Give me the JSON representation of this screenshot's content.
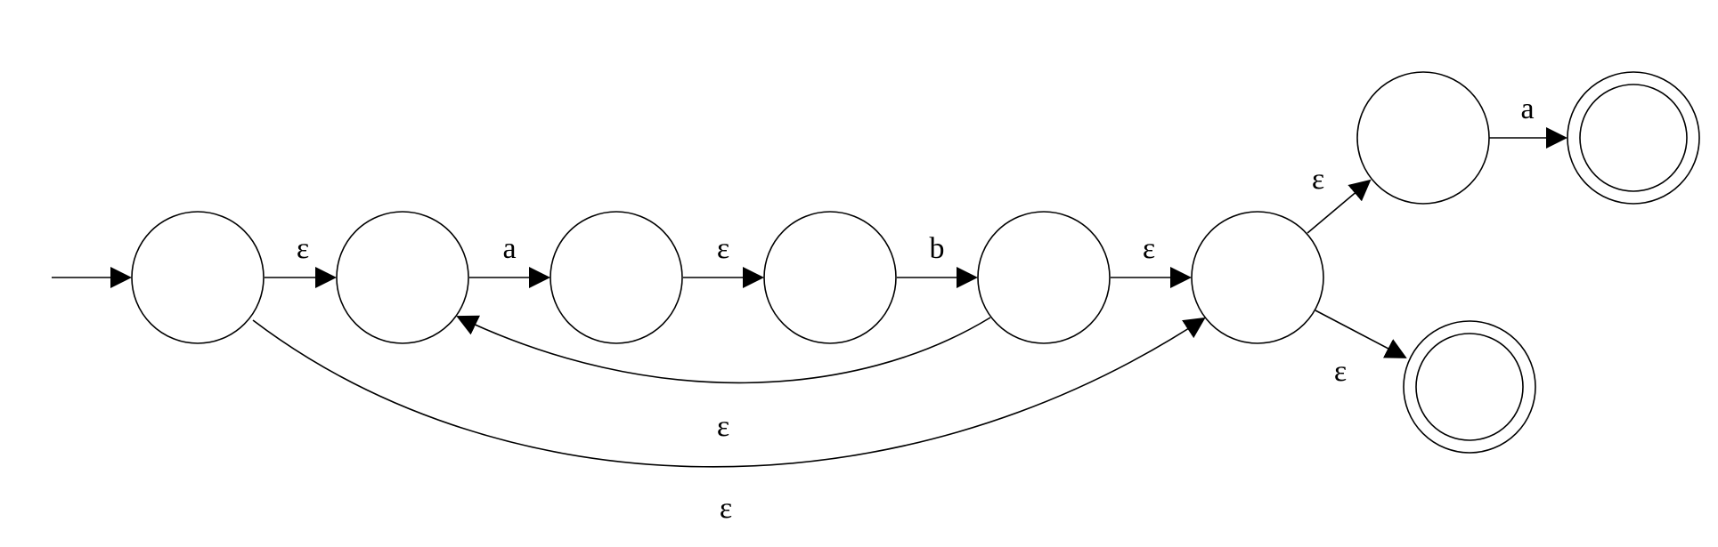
{
  "diagram": {
    "type": "nfa",
    "states": [
      {
        "id": "q0",
        "initial": true,
        "accepting": false
      },
      {
        "id": "q1",
        "initial": false,
        "accepting": false
      },
      {
        "id": "q2",
        "initial": false,
        "accepting": false
      },
      {
        "id": "q3",
        "initial": false,
        "accepting": false
      },
      {
        "id": "q4",
        "initial": false,
        "accepting": false
      },
      {
        "id": "q5",
        "initial": false,
        "accepting": false
      },
      {
        "id": "q6",
        "initial": false,
        "accepting": false
      },
      {
        "id": "q7",
        "initial": false,
        "accepting": true
      },
      {
        "id": "q8",
        "initial": false,
        "accepting": true
      }
    ],
    "transitions": [
      {
        "from": "q0",
        "to": "q1",
        "label": "ε"
      },
      {
        "from": "q1",
        "to": "q2",
        "label": "a"
      },
      {
        "from": "q2",
        "to": "q3",
        "label": "ε"
      },
      {
        "from": "q3",
        "to": "q4",
        "label": "b"
      },
      {
        "from": "q4",
        "to": "q5",
        "label": "ε"
      },
      {
        "from": "q5",
        "to": "q6",
        "label": "ε"
      },
      {
        "from": "q6",
        "to": "q7",
        "label": "a"
      },
      {
        "from": "q5",
        "to": "q8",
        "label": "ε"
      },
      {
        "from": "q4",
        "to": "q1",
        "label": "ε"
      },
      {
        "from": "q0",
        "to": "q5",
        "label": "ε"
      }
    ]
  }
}
